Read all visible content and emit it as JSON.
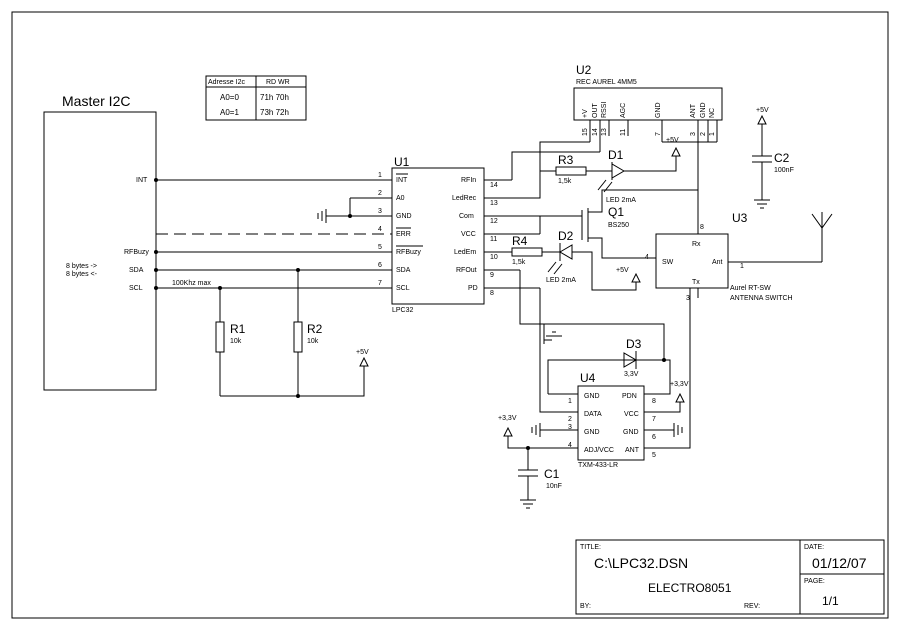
{
  "master": {
    "title": "Master I2C",
    "int_label": "INT",
    "rfbuzy_label": "RFBuzy",
    "sda_label": "SDA",
    "scl_label": "SCL",
    "bytes_out": "8 bytes ->",
    "bytes_in": "8 bytes <-"
  },
  "addr_table": {
    "header_left": "Adresse I2c",
    "header_right": "RD WR",
    "rows": [
      {
        "a": "A0=0",
        "b": "71h 70h"
      },
      {
        "a": "A0=1",
        "b": "73h 72h"
      }
    ]
  },
  "u1": {
    "ref": "U1",
    "type": "LPC32",
    "left_pins": [
      {
        "num": "1",
        "name": "INT"
      },
      {
        "num": "2",
        "name": "A0"
      },
      {
        "num": "3",
        "name": "GND"
      },
      {
        "num": "4",
        "name": "ERR"
      },
      {
        "num": "5",
        "name": "RFBuzy"
      },
      {
        "num": "6",
        "name": "SDA"
      },
      {
        "num": "7",
        "name": "SCL"
      }
    ],
    "right_pins": [
      {
        "num": "14",
        "name": "RFIn"
      },
      {
        "num": "13",
        "name": "LedRec"
      },
      {
        "num": "12",
        "name": "Com"
      },
      {
        "num": "11",
        "name": "VCC"
      },
      {
        "num": "10",
        "name": "LedEm"
      },
      {
        "num": "9",
        "name": "RFOut"
      },
      {
        "num": "8",
        "name": "PD"
      }
    ]
  },
  "u2": {
    "ref": "U2",
    "type": "REC AUREL 4MM5",
    "pin_names": [
      "+V",
      "OUT",
      "RSSI",
      "AGC",
      "GND",
      "ANT",
      "GND",
      "NC"
    ],
    "pin_nums": [
      "15",
      "14",
      "13",
      "11",
      "7",
      "3",
      "2",
      "1"
    ]
  },
  "u3": {
    "ref": "U3",
    "type_line1": "Aurel RT-SW",
    "type_line2": "ANTENNA SWITCH",
    "sw": "SW",
    "rx": "Rx",
    "tx": "Tx",
    "ant": "Ant",
    "pin_sw": "4",
    "pin_rx": "8",
    "pin_tx": "3",
    "pin_ant": "1"
  },
  "u4": {
    "ref": "U4",
    "type": "TXM-433-LR",
    "left_pins": [
      {
        "num": "1",
        "name": "GND"
      },
      {
        "num": "2",
        "name": "DATA"
      },
      {
        "num": "3",
        "name": "GND"
      },
      {
        "num": "4",
        "name": "ADJ/VCC"
      }
    ],
    "right_pins": [
      {
        "num": "8",
        "name": "PDN"
      },
      {
        "num": "7",
        "name": "VCC"
      },
      {
        "num": "6",
        "name": "GND"
      },
      {
        "num": "5",
        "name": "ANT"
      }
    ]
  },
  "parts": {
    "r1": {
      "ref": "R1",
      "value": "10k"
    },
    "r2": {
      "ref": "R2",
      "value": "10k"
    },
    "r3": {
      "ref": "R3",
      "value": "1,5k"
    },
    "r4": {
      "ref": "R4",
      "value": "1,5k"
    },
    "d1": {
      "ref": "D1",
      "value": "LED 2mA"
    },
    "d2": {
      "ref": "D2",
      "value": "LED 2mA"
    },
    "d3": {
      "ref": "D3",
      "value": "3,3V"
    },
    "q1": {
      "ref": "Q1",
      "value": "BS250"
    },
    "c1": {
      "ref": "C1",
      "value": "10nF"
    },
    "c2": {
      "ref": "C2",
      "value": "100nF"
    }
  },
  "power": {
    "p5v": "+5V",
    "p33v": "+3,3V"
  },
  "notes": {
    "scl_speed": "100Khz max"
  },
  "title_block": {
    "title_label": "TITLE:",
    "title": "C:\\LPC32.DSN",
    "subtitle": "ELECTRO8051",
    "by_label": "BY:",
    "rev_label": "REV:",
    "date_label": "DATE:",
    "date": "01/12/07",
    "page_label": "PAGE:",
    "page": "1/1"
  }
}
